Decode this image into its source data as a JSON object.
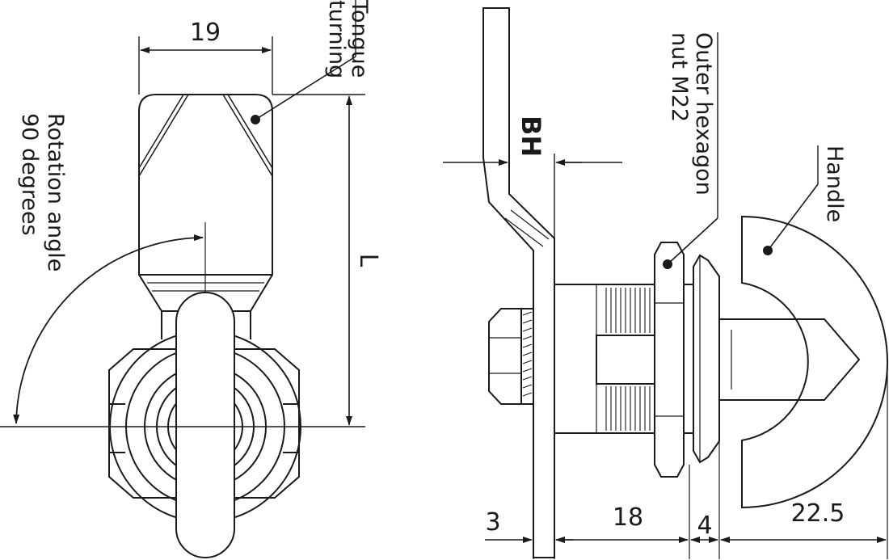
{
  "colors": {
    "line": "#1a1a1a",
    "background": "#ffffff"
  },
  "front_view": {
    "dim_width": "19",
    "dim_length": "L",
    "callout_tongue": [
      "Tongue",
      "turning"
    ],
    "callout_rotation": [
      "Rotation angle",
      "90 degrees"
    ]
  },
  "side_view": {
    "dim_bh": "BH",
    "dim_3": "3",
    "dim_18": "18",
    "dim_4": "4",
    "dim_22_5": "22.5",
    "callout_hex_nut": [
      "Outer hexagon",
      "nut M22"
    ],
    "callout_handle": "Handle"
  }
}
